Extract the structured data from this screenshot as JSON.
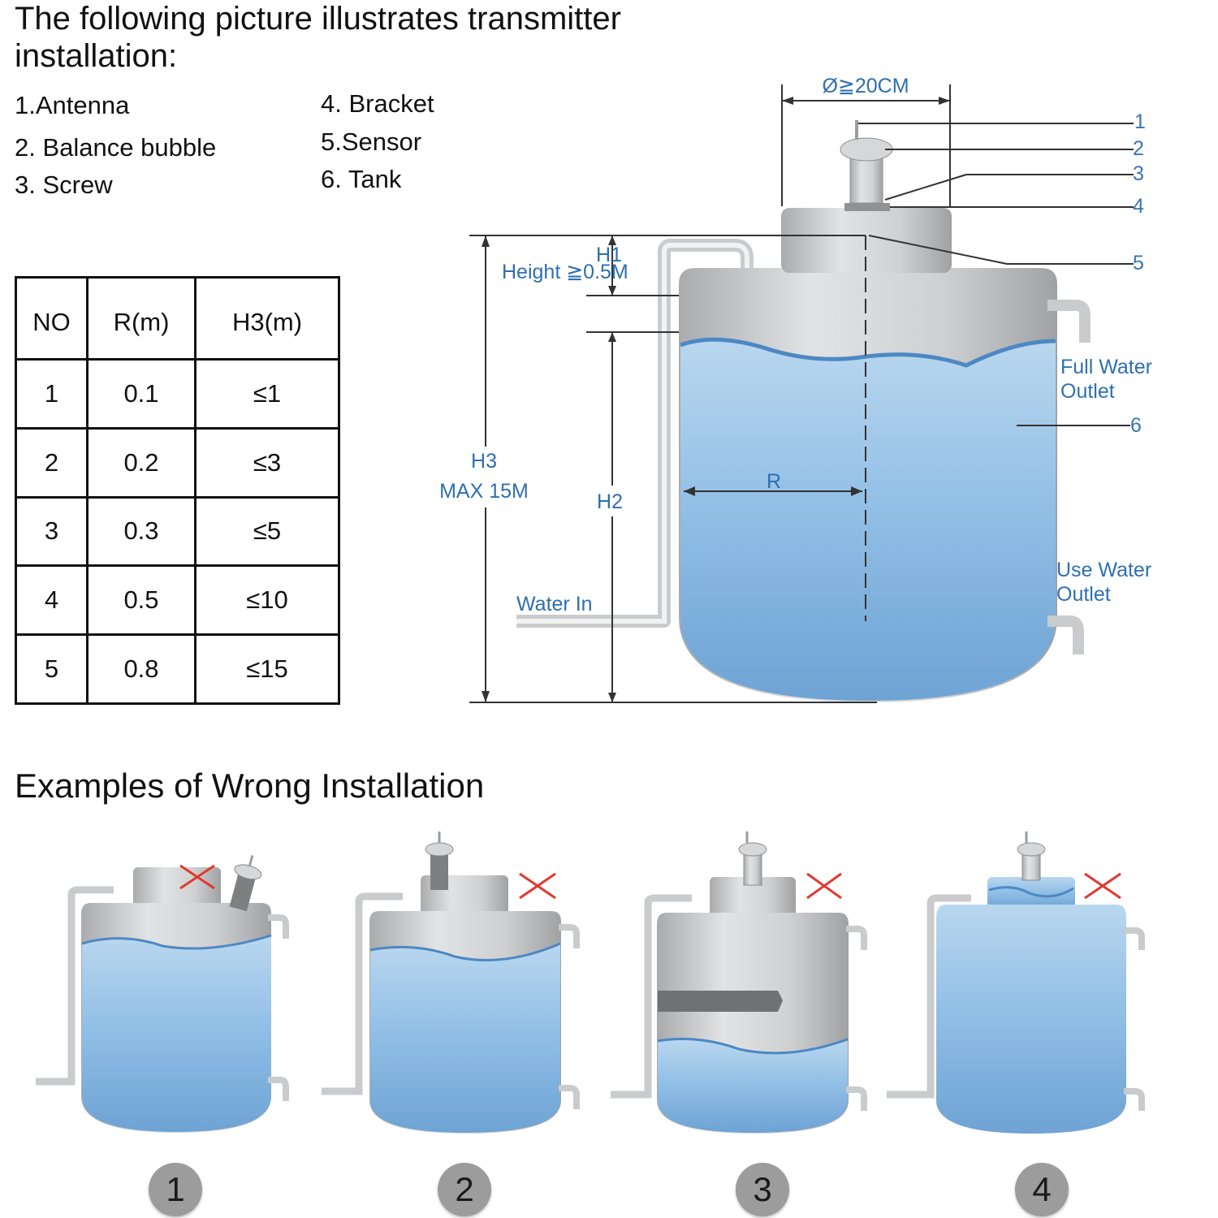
{
  "heading": "The following picture illustrates transmitter installation:",
  "parts": [
    "1.Antenna",
    "2. Balance bubble",
    "3. Screw",
    "4. Bracket",
    "5.Sensor",
    "6. Tank"
  ],
  "table": {
    "headers": [
      "NO",
      "R(m)",
      "H3(m)"
    ],
    "rows": [
      [
        "1",
        "0.1",
        "≤1"
      ],
      [
        "2",
        "0.2",
        "≤3"
      ],
      [
        "3",
        "0.3",
        "≤5"
      ],
      [
        "4",
        "0.5",
        "≤10"
      ],
      [
        "5",
        "0.8",
        "≤15"
      ]
    ]
  },
  "diagram": {
    "diameter": "Ø≧20CM",
    "h1": "H1",
    "height": "Height ≧0.5M",
    "h3": "H3",
    "max": "MAX 15M",
    "h2": "H2",
    "r": "R",
    "water_in": "Water In",
    "full_outlet_1": "Full Water",
    "full_outlet_2": "Outlet",
    "use_outlet_1": "Use Water",
    "use_outlet_2": "Outlet",
    "callouts": [
      "1",
      "2",
      "3",
      "4",
      "5",
      "6"
    ]
  },
  "wrong_heading": "Examples of Wrong Installation",
  "wrong_numbers": [
    "1",
    "2",
    "3",
    "4"
  ],
  "colors": {
    "label_blue": "#2f6fb0",
    "tank_gray": "#c4c6c8",
    "water_blue": "#7fb1dd",
    "wrong_mark": "#e0392e"
  }
}
